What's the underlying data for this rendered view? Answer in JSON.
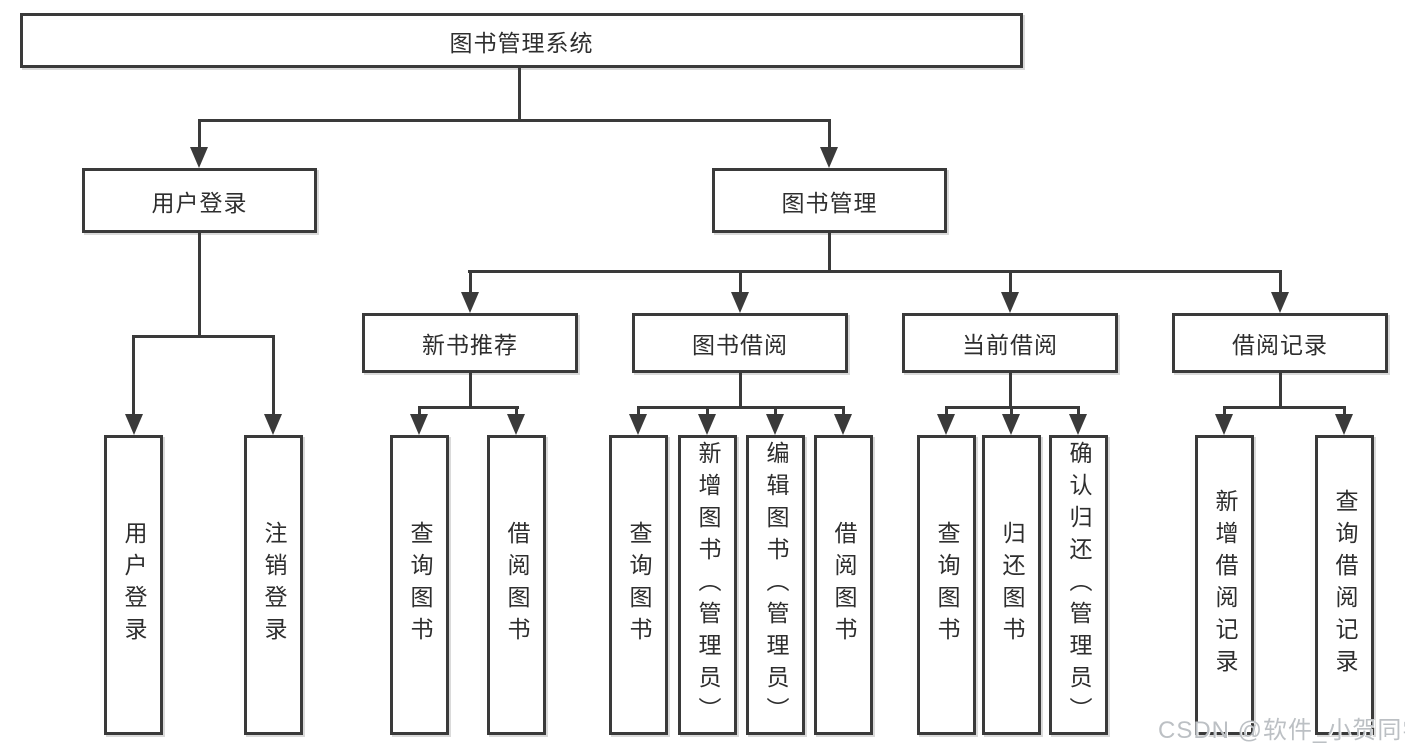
{
  "tree": {
    "root": "图书管理系统",
    "login": {
      "label": "用户登录",
      "children": [
        "用户登录",
        "注销登录"
      ]
    },
    "mgmt": {
      "label": "图书管理",
      "sections": [
        {
          "label": "新书推荐",
          "children": [
            "查询图书",
            "借阅图书"
          ]
        },
        {
          "label": "图书借阅",
          "children": [
            "查询图书",
            "新增图书（管理员）",
            "编辑图书（管理员）",
            "借阅图书"
          ]
        },
        {
          "label": "当前借阅",
          "children": [
            "查询图书",
            "归还图书",
            "确认归还（管理员）"
          ]
        },
        {
          "label": "借阅记录",
          "children": [
            "新增借阅记录",
            "查询借阅记录"
          ]
        }
      ]
    },
    "watermark": "CSDN @软件_小贺同学"
  },
  "colors": {
    "line": "#3a3a3a",
    "text": "#2e2e2e",
    "background": "#ffffff",
    "watermark": "#bcc0c4"
  }
}
